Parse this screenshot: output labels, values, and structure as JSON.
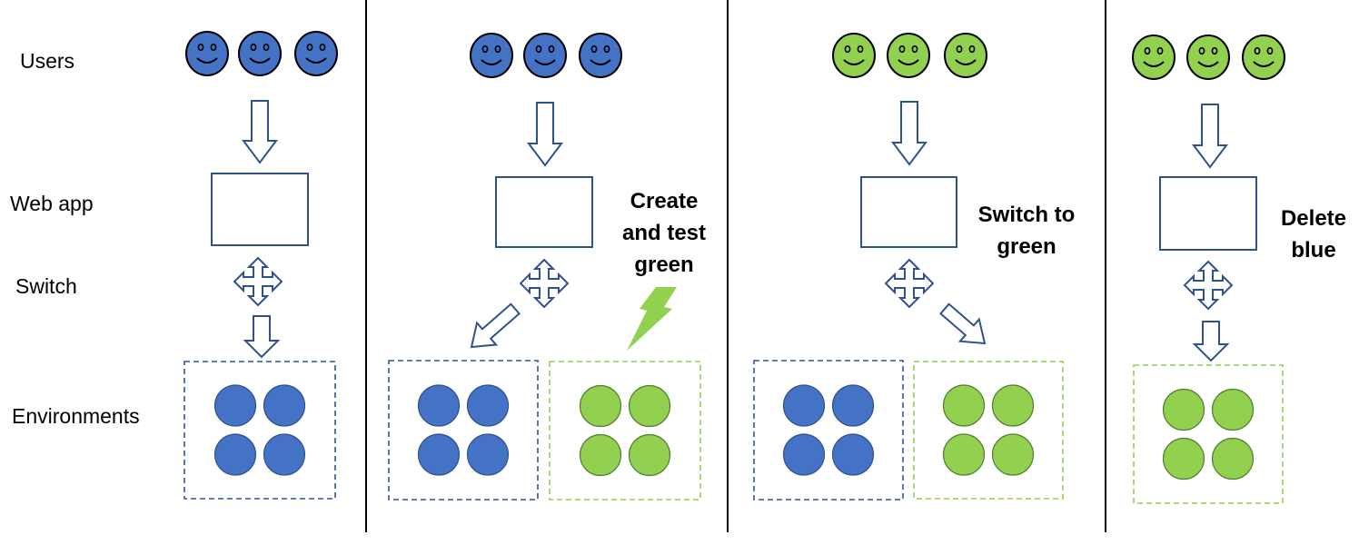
{
  "labels": {
    "users": "Users",
    "web_app": "Web app",
    "switch": "Switch",
    "environments": "Environments"
  },
  "annotations": {
    "create_test_green": [
      "Create",
      "and test",
      "green"
    ],
    "switch_to_green": [
      "Switch to",
      "green"
    ],
    "delete_blue": [
      "Delete",
      "blue"
    ]
  },
  "colors": {
    "blue": "#4472C4",
    "blue_border": "#2F528F",
    "green": "#92D050",
    "green_border": "#507E32",
    "arrow_stroke": "#2F528F",
    "dash_blue": "#2F5597",
    "dash_green": "#92D050",
    "lightning": "#92D050",
    "divider": "#000000"
  },
  "icons": [
    "smiley-face-icon",
    "down-arrow-icon",
    "four-way-arrow-icon",
    "diagonal-arrow-icon",
    "lightning-bolt-icon"
  ],
  "stages": [
    {
      "users": "blue",
      "environments": [
        "blue"
      ],
      "active_environment": "blue"
    },
    {
      "users": "blue",
      "environments": [
        "blue",
        "green"
      ],
      "active_environment": "blue",
      "annotation": "create_test_green"
    },
    {
      "users": "green",
      "environments": [
        "blue",
        "green"
      ],
      "active_environment": "green",
      "annotation": "switch_to_green"
    },
    {
      "users": "green",
      "environments": [
        "green"
      ],
      "active_environment": "green",
      "annotation": "delete_blue"
    }
  ]
}
